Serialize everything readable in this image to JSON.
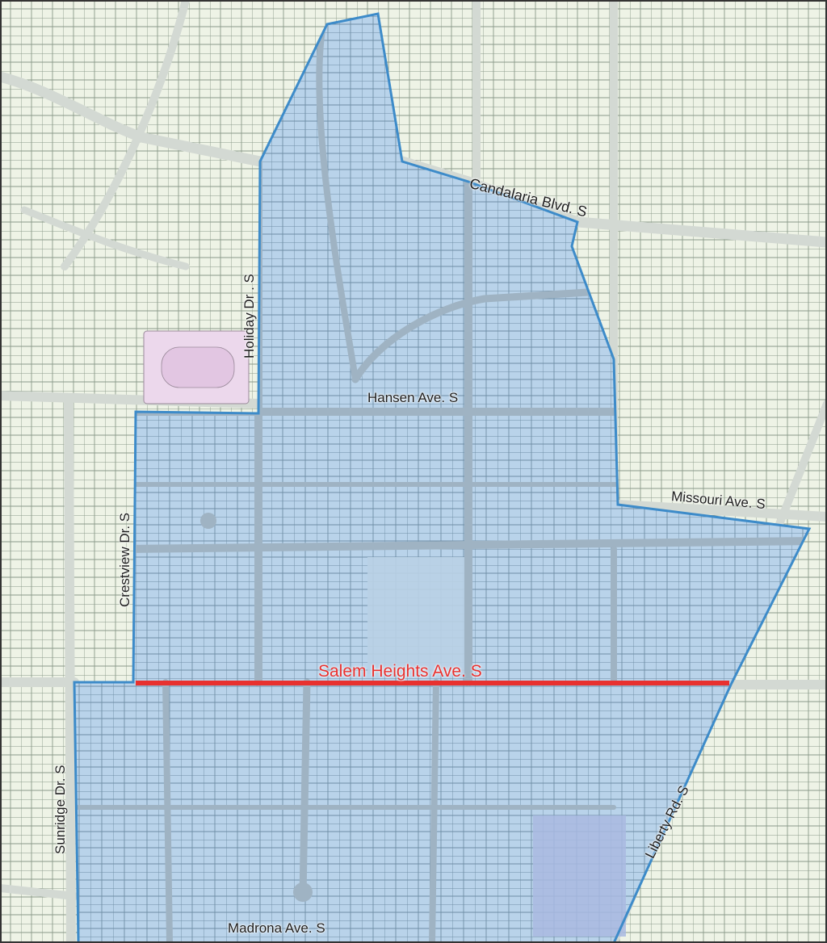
{
  "map": {
    "colors": {
      "background": "#dfe9d3",
      "parcel_fill": "#eef3e6",
      "parcel_line": "#8a9a8a",
      "road": "#d3d9d3",
      "area_fill": "#a8c8e8",
      "area_border": "#3d8bc9",
      "highlight_street": "#e8312f",
      "school_fill": "#ecd8ec"
    },
    "streets": {
      "candalaria": "Candalaria Blvd. S",
      "holiday": "Holiday Dr . S",
      "hansen": "Hansen Ave. S",
      "missouri": "Missouri Ave. S",
      "crestview": "Crestview Dr. S",
      "salem_heights": "Salem Heights Ave. S",
      "sunridge": "Sunridge Dr. S",
      "liberty": "Liberty Rd. S",
      "madrona": "Madrona Ave. S"
    }
  }
}
